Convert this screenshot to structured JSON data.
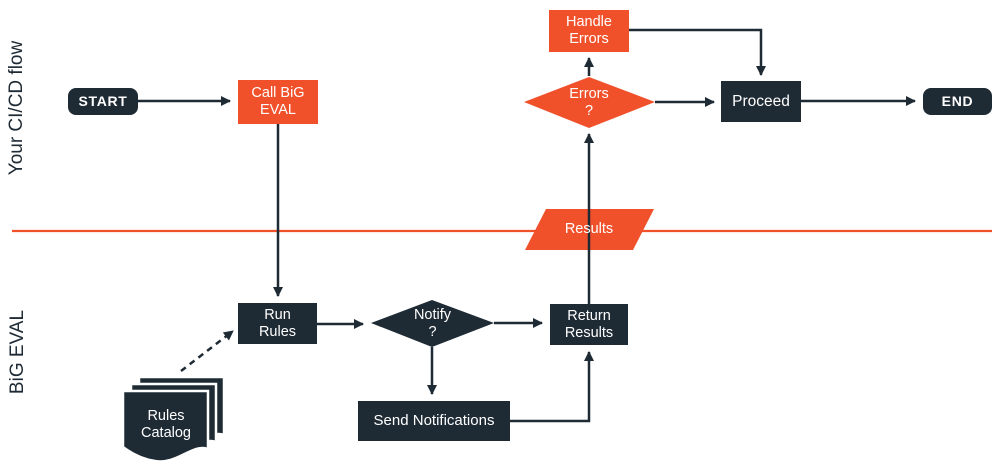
{
  "lanes": [
    {
      "label": "Your CI/CD flow"
    },
    {
      "label": "BiG EVAL"
    }
  ],
  "colors": {
    "dark": "#1e2a34",
    "orange": "#f0512b",
    "background": "#ffffff"
  },
  "nodes": {
    "start": {
      "type": "terminator",
      "lines": [
        "START"
      ]
    },
    "call_big_eval": {
      "type": "process",
      "lines": [
        "Call BiG",
        "EVAL"
      ]
    },
    "handle_errors": {
      "type": "process",
      "lines": [
        "Handle",
        "Errors"
      ]
    },
    "errors_decision": {
      "type": "decision",
      "lines": [
        "Errors",
        "?"
      ]
    },
    "proceed": {
      "type": "process",
      "lines": [
        "Proceed"
      ]
    },
    "end": {
      "type": "terminator",
      "lines": [
        "END"
      ]
    },
    "results": {
      "type": "data",
      "lines": [
        "Results"
      ]
    },
    "run_rules": {
      "type": "process",
      "lines": [
        "Run",
        "Rules"
      ]
    },
    "notify_decision": {
      "type": "decision",
      "lines": [
        "Notify",
        "?"
      ]
    },
    "return_results": {
      "type": "process",
      "lines": [
        "Return",
        "Results"
      ]
    },
    "send_notifications": {
      "type": "process",
      "lines": [
        "Send Notifications"
      ]
    },
    "rules_catalog": {
      "type": "document",
      "lines": [
        "Rules",
        "Catalog"
      ]
    }
  }
}
